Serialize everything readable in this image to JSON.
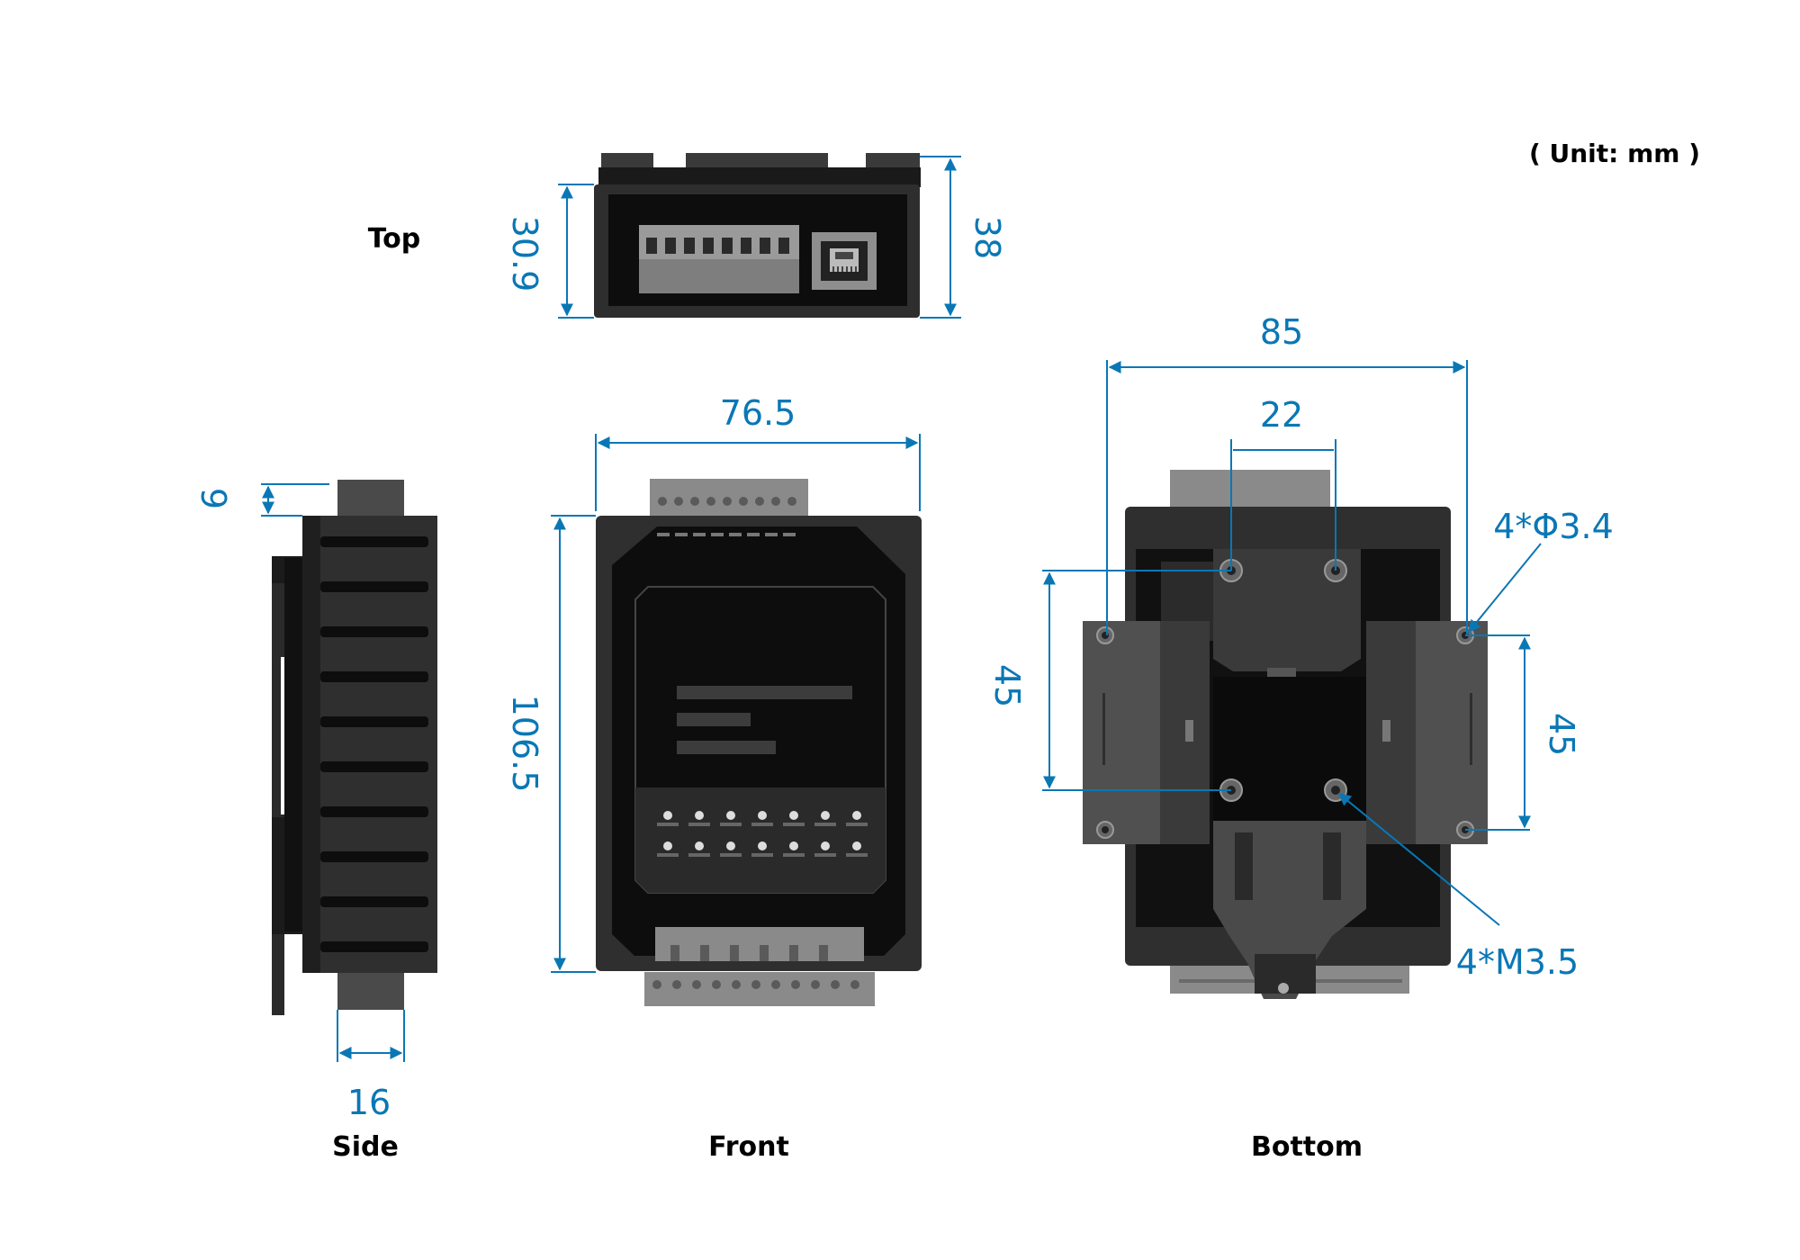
{
  "unit_note": "( Unit: mm )",
  "views": {
    "top": "Top",
    "side": "Side",
    "front": "Front",
    "bottom": "Bottom"
  },
  "dimensions": {
    "top_depth": "30.9",
    "top_total": "38",
    "side_tab": "9",
    "side_width": "16",
    "front_width": "76.5",
    "front_height": "106.5",
    "bottom_total": "85",
    "bottom_inner": "22",
    "bottom_left_spacing": "45",
    "bottom_right_spacing": "45",
    "holes_phi": "4*Φ3.4",
    "holes_thread": "4*M3.5"
  },
  "colors": {
    "dimension": "#0a77b5",
    "body_dark": "#2b2b2b",
    "panel_black": "#0d0d0d",
    "terminal_grey": "#8a8a8a"
  }
}
